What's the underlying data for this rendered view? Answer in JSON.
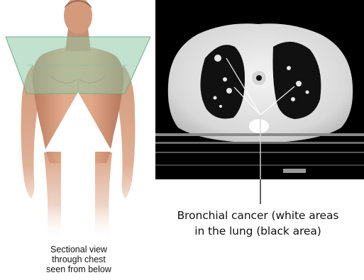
{
  "figure": {
    "left_caption": {
      "line1": "Sectional view",
      "line2": "through chest",
      "line3": "seen from below"
    },
    "right_caption": {
      "line1": "Bronchial cancer (white areas",
      "line2": "in the lung (black area)"
    },
    "colors": {
      "skin": "#d9a07f",
      "plane": "#8fc9a8",
      "arrow": "#ffffff",
      "ct_background": "#000000",
      "pointer_line": "#ffffff"
    },
    "icons": [
      "human-torso-illustration",
      "section-plane",
      "upward-arrow",
      "ct-scan-image"
    ]
  }
}
